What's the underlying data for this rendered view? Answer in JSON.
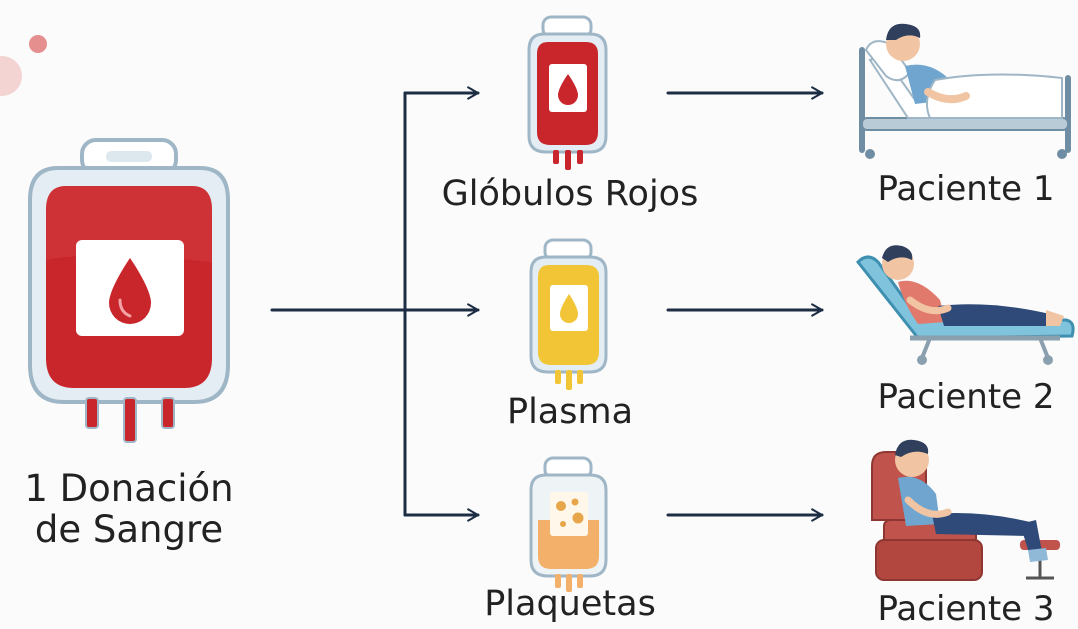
{
  "donation": {
    "line1": "1 Donación",
    "line2": "de Sangre"
  },
  "components": [
    {
      "label": "Glóbulos Rojos",
      "color": "#c8262b"
    },
    {
      "label": "Plasma",
      "color": "#f2c537"
    },
    {
      "label": "Plaquetas",
      "color": "#f2b06a"
    }
  ],
  "patients": [
    {
      "label": "Paciente 1"
    },
    {
      "label": "Paciente 2"
    },
    {
      "label": "Paciente 3"
    }
  ],
  "colors": {
    "arrow": "#1c2d44",
    "bag_outline": "#9fb6c6",
    "blood": "#c8262b",
    "text": "#222222"
  }
}
